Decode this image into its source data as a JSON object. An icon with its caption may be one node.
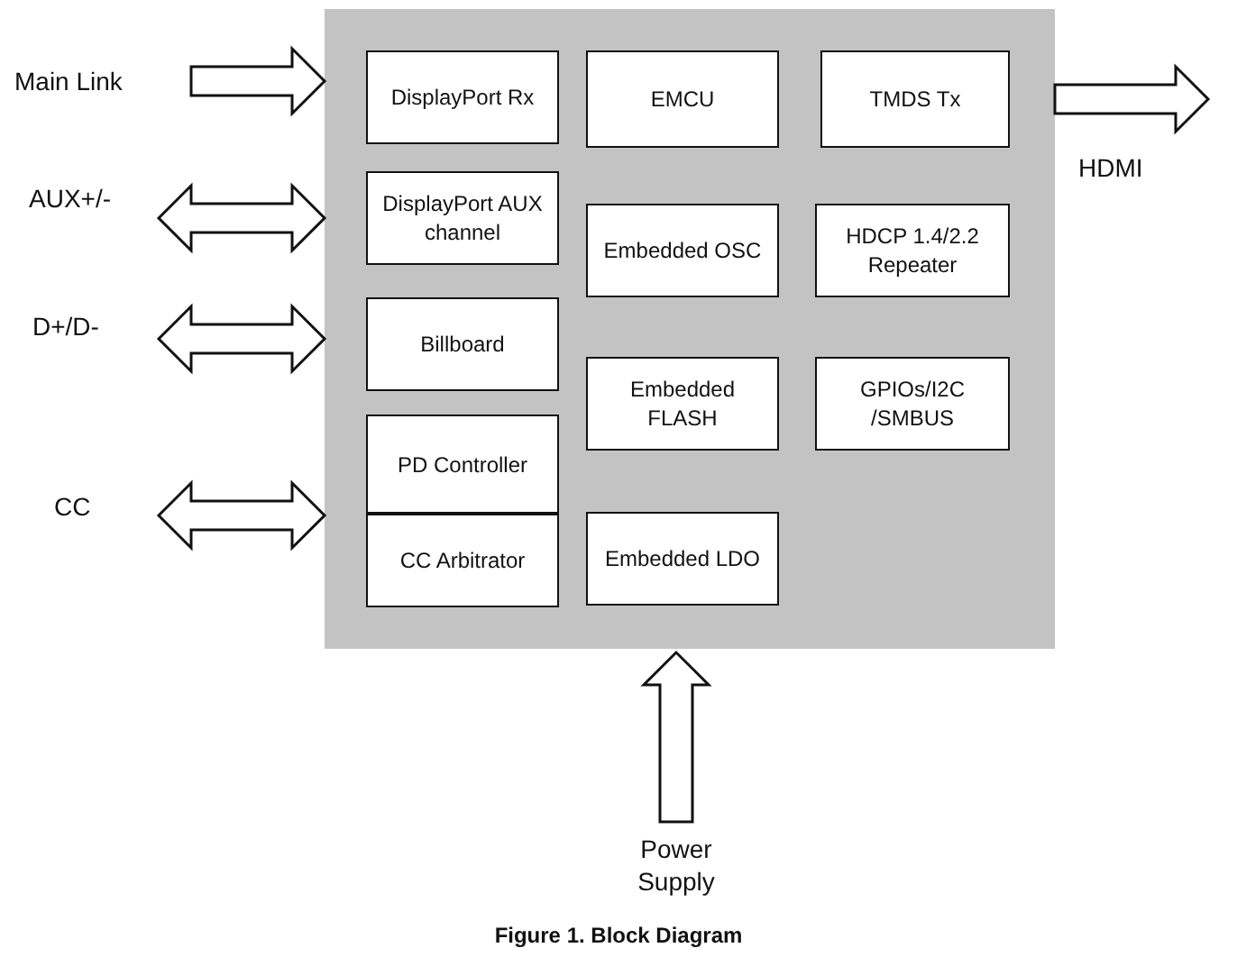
{
  "diagram": {
    "caption": "Figure 1. Block Diagram",
    "nodes": [
      {
        "text": [
          "Main Link"
        ]
      },
      {
        "text": [
          "AUX+/-"
        ]
      },
      {
        "text": [
          "D+/D-"
        ]
      },
      {
        "text": [
          "CC"
        ]
      },
      {
        "text": [],
        "shape": "box"
      },
      {
        "text": [
          "DisplayPort Rx"
        ],
        "in": 4
      },
      {
        "text": [
          "EMCU"
        ],
        "in": 4
      },
      {
        "text": [
          "TMDS Tx"
        ],
        "in": 4
      },
      {
        "text": [
          "DisplayPort AUX channel"
        ],
        "in": 4
      },
      {
        "text": [
          "Embedded OSC"
        ],
        "in": 4
      },
      {
        "text": [
          "HDCP 1.4/2.2 Repeater"
        ],
        "in": 4
      },
      {
        "text": [
          "Billboard"
        ],
        "in": 4
      },
      {
        "text": [
          "Embedded FLASH"
        ],
        "in": 4
      },
      {
        "text": [
          "GPIOs/I2C /SMBUS"
        ],
        "in": 4
      },
      {
        "text": [
          "PD Controller"
        ],
        "in": 4
      },
      {
        "text": [
          "CC Arbitrator"
        ],
        "in": 4
      },
      {
        "text": [
          "Embedded LDO"
        ],
        "in": 4
      },
      {
        "text": [
          "HDMI"
        ]
      },
      {
        "text": [
          "Power Supply"
        ]
      }
    ],
    "edges": [
      {
        "from": 0,
        "to": 4,
        "arrow": "to"
      },
      {
        "from": 1,
        "to": 4,
        "arrow": "both"
      },
      {
        "from": 2,
        "to": 4,
        "arrow": "both"
      },
      {
        "from": 3,
        "to": 4,
        "arrow": "both"
      },
      {
        "from": 4,
        "to": 17,
        "arrow": "to"
      },
      {
        "from": 18,
        "to": 4,
        "arrow": "to"
      }
    ]
  }
}
